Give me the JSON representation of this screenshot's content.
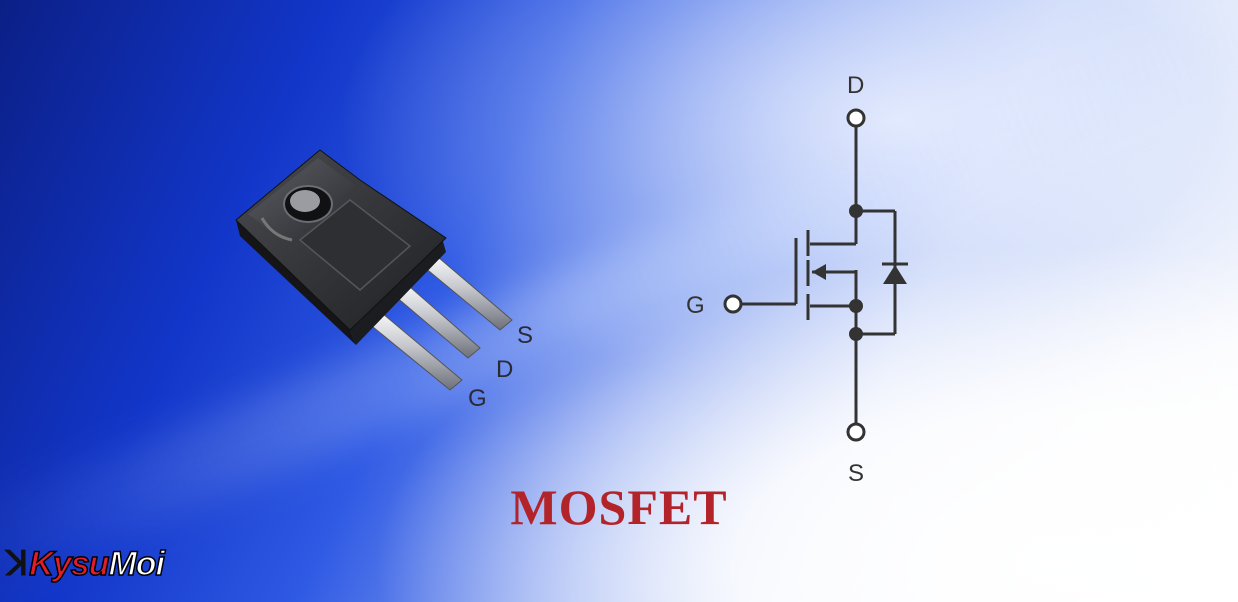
{
  "title": "MOSFET",
  "component_pins": {
    "s": "S",
    "d": "D",
    "g": "G"
  },
  "schematic": {
    "drain": "D",
    "gate": "G",
    "source": "S"
  },
  "logo": {
    "mark": "ꓘ",
    "part1": "Kysu",
    "part2": "Moi"
  },
  "colors": {
    "title": "#b3242a",
    "logo_red": "#e11d2a",
    "schematic_line": "#333333"
  }
}
